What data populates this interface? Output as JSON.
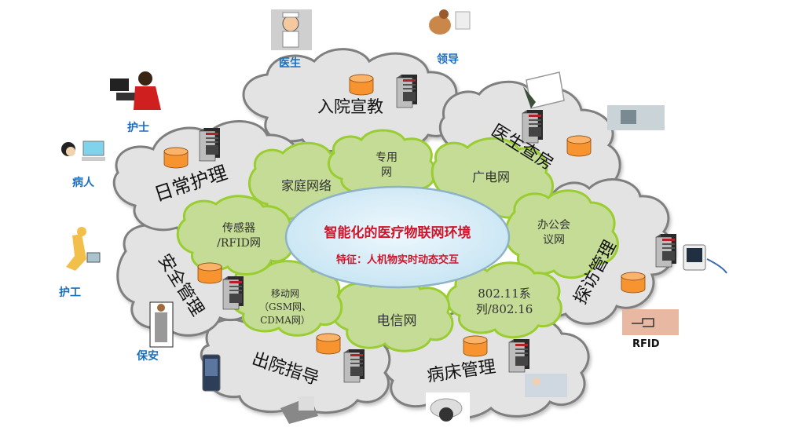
{
  "center": {
    "title": "智能化的医疗物联网环境",
    "subtitle": "特征：人机物实时动态交互"
  },
  "networks": [
    {
      "id": "family",
      "label": "家庭网络"
    },
    {
      "id": "dedicated",
      "label": "专用\n网"
    },
    {
      "id": "broadcast",
      "label": "广电网"
    },
    {
      "id": "office",
      "label": "办公会\n议网"
    },
    {
      "id": "wifi",
      "label": "802.11系\n列/802.16"
    },
    {
      "id": "telecom",
      "label": "电信网"
    },
    {
      "id": "mobile",
      "label": "移动网\n（GSM网、\nCDMA网）"
    },
    {
      "id": "sensor",
      "label": "传感器\n/RFID网"
    }
  ],
  "zones": [
    {
      "id": "admission",
      "label": "入院宣教"
    },
    {
      "id": "rounds",
      "label": "医生查房"
    },
    {
      "id": "visit",
      "label": "探访管理"
    },
    {
      "id": "bed",
      "label": "病床管理"
    },
    {
      "id": "discharge",
      "label": "出院指导"
    },
    {
      "id": "security",
      "label": "安全管理"
    },
    {
      "id": "nursing",
      "label": "日常护理"
    }
  ],
  "roles": [
    {
      "id": "doctor",
      "label": "医生"
    },
    {
      "id": "leader",
      "label": "领导"
    },
    {
      "id": "nurse",
      "label": "护士"
    },
    {
      "id": "patient",
      "label": "病人"
    },
    {
      "id": "caregiver",
      "label": "护工"
    },
    {
      "id": "guard",
      "label": "保安"
    }
  ],
  "devices": {
    "rfid_label": "RFID"
  },
  "colors": {
    "cloud_gray_fill": "#e3e3e3",
    "cloud_gray_stroke": "#7f7f7f",
    "cloud_green_fill": "#c4dc95",
    "cloud_green_stroke": "#9acd32",
    "center_fill": "#d6ecf7",
    "title_red": "#d0142a",
    "role_blue": "#1a6fc1",
    "database_orange": "#f7942f"
  }
}
